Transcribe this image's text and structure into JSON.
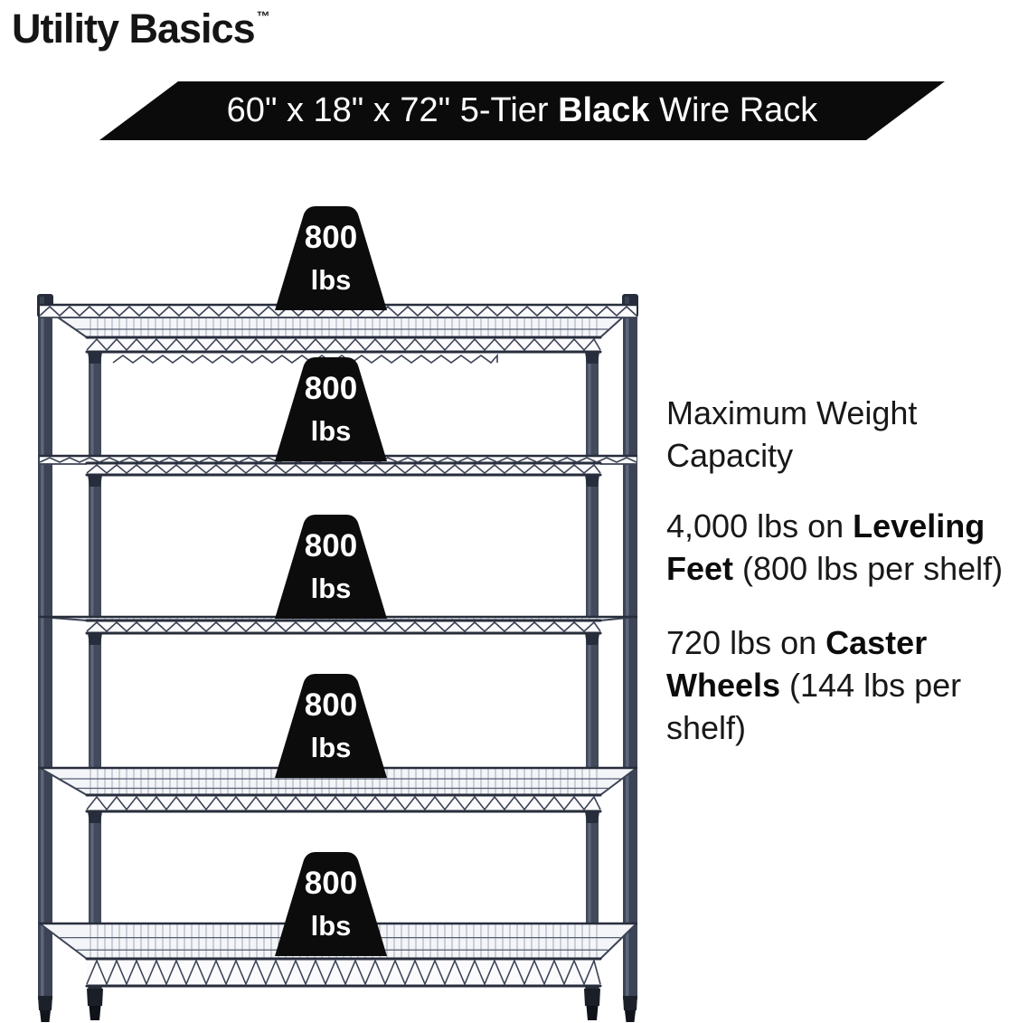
{
  "brand": {
    "name": "Utility Basics",
    "trademark": "™"
  },
  "banner": {
    "prefix": "60\" x 18\" x 72\" 5-Tier ",
    "highlight": "Black",
    "suffix": " Wire Rack"
  },
  "rack": {
    "tiers": 5,
    "style": "wire rack",
    "finish": "Black"
  },
  "badge": {
    "value": "800",
    "unit": "lbs"
  },
  "info": {
    "heading": "Maximum Weight Capacity",
    "leveling": {
      "pre": "4,000 lbs on ",
      "bold": "Leveling Feet",
      "post": " (800 lbs per shelf)"
    },
    "caster": {
      "pre": "720 lbs on ",
      "bold": "Caster Wheels",
      "post": " (144 lbs per shelf)"
    }
  },
  "colors": {
    "banner_bg": "#0b0b0b",
    "banner_text": "#ffffff",
    "badge_bg": "#0c0c0c",
    "badge_text": "#ffffff",
    "frame": "#3c4355",
    "frame_dark": "#272d3b",
    "frame_light": "#6b7288",
    "wire": "#a9afbf",
    "surface": "#f4f5f8",
    "body_text": "#181818"
  }
}
